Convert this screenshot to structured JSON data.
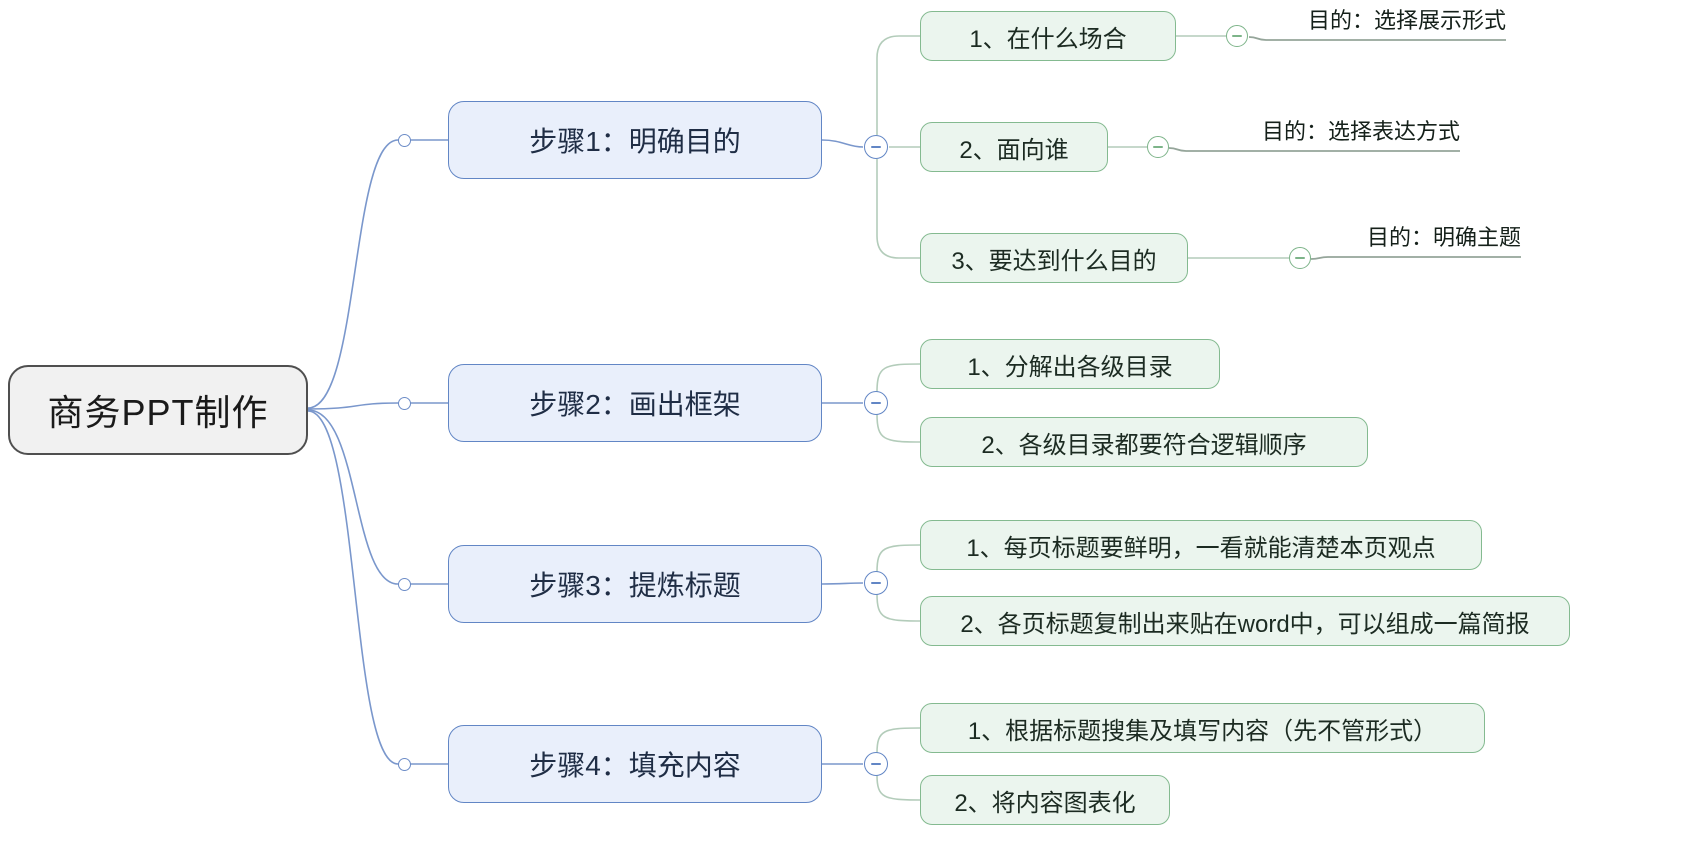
{
  "root": {
    "label": "商务PPT制作"
  },
  "branches": [
    {
      "label": "步骤1：明确目的",
      "children": [
        {
          "label": "1、在什么场合",
          "leaf": "目的：选择展示形式"
        },
        {
          "label": "2、面向谁",
          "leaf": "目的：选择表达方式"
        },
        {
          "label": "3、要达到什么目的",
          "leaf": "目的：明确主题"
        }
      ]
    },
    {
      "label": "步骤2：画出框架",
      "children": [
        {
          "label": "1、分解出各级目录"
        },
        {
          "label": "2、各级目录都要符合逻辑顺序"
        }
      ]
    },
    {
      "label": "步骤3：提炼标题",
      "children": [
        {
          "label": "1、每页标题要鲜明，一看就能清楚本页观点"
        },
        {
          "label": "2、各页标题复制出来贴在word中，可以组成一篇简报"
        }
      ]
    },
    {
      "label": "步骤4：填充内容",
      "children": [
        {
          "label": "1、根据标题搜集及填写内容（先不管形式）"
        },
        {
          "label": "2、将内容图表化"
        }
      ]
    }
  ],
  "icons": {
    "collapse": "minus-in-circle",
    "branch_start": "small-open-circle"
  },
  "colors": {
    "root_fill": "#f1f1f1",
    "root_border": "#4f4f4f",
    "branch_fill": "#e9effb",
    "branch_border": "#6286c5",
    "branch_line": "#7a97cc",
    "child_fill": "#ebf5ee",
    "child_border": "#84ba90",
    "child_line": "#b3ccba",
    "leaf_underline": "#95a59a",
    "text": "#1a1a1a"
  }
}
